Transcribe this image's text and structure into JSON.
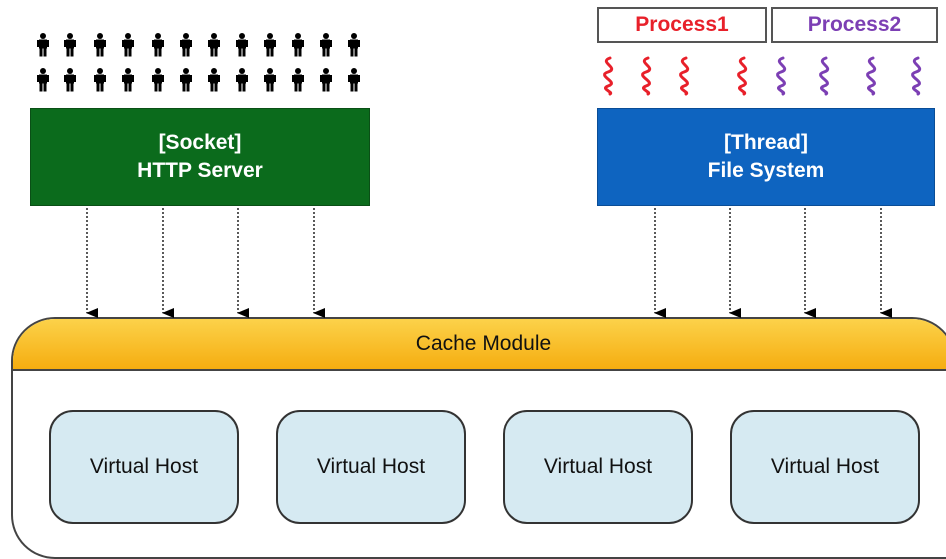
{
  "http_server": {
    "line1": "[Socket]",
    "line2": "HTTP Server"
  },
  "file_system": {
    "line1": "[Thread]",
    "line2": "File System"
  },
  "processes": [
    {
      "label": "Process1",
      "color": "#e8202a"
    },
    {
      "label": "Process2",
      "color": "#7c3fb4"
    }
  ],
  "cache_module": {
    "label": "Cache Module"
  },
  "virtual_hosts": [
    "Virtual Host",
    "Virtual Host",
    "Virtual Host",
    "Virtual Host"
  ],
  "colors": {
    "http_server": "#0b6b1c",
    "file_system": "#0e64c0",
    "cache_header": "#f5b820",
    "virtual_host": "#d6eaf2"
  },
  "icons": [
    "people-icon",
    "thread-icon",
    "arrow-down-icon"
  ]
}
